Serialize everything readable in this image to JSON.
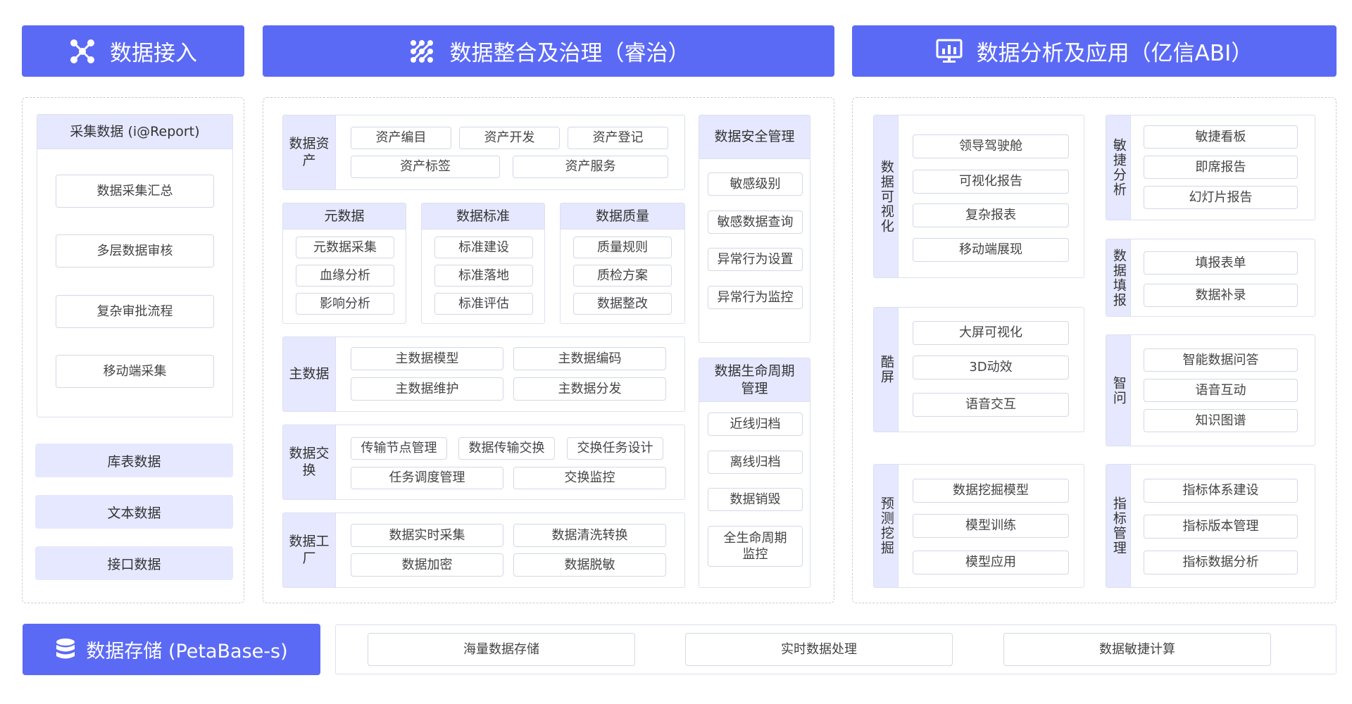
{
  "headers": {
    "ingest": "数据接入",
    "govern": "数据整合及治理（睿治）",
    "analysis": "数据分析及应用（亿信ABI）",
    "storage": "数据存储 (PetaBase-s)"
  },
  "ingest": {
    "collect_title": "采集数据 (i@Report)",
    "collect_items": [
      "数据采集汇总",
      "多层数据审核",
      "复杂审批流程",
      "移动端采集"
    ],
    "bars": [
      "库表数据",
      "文本数据",
      "接口数据"
    ]
  },
  "govern": {
    "asset": {
      "label": "数据资产",
      "items": [
        "资产编目",
        "资产开发",
        "资产登记",
        "资产标签",
        "资产服务"
      ]
    },
    "meta": {
      "label": "元数据",
      "items": [
        "元数据采集",
        "血缘分析",
        "影响分析"
      ]
    },
    "standard": {
      "label": "数据标准",
      "items": [
        "标准建设",
        "标准落地",
        "标准评估"
      ]
    },
    "quality": {
      "label": "数据质量",
      "items": [
        "质量规则",
        "质检方案",
        "数据整改"
      ]
    },
    "master": {
      "label": "主数据",
      "items": [
        "主数据模型",
        "主数据编码",
        "主数据维护",
        "主数据分发"
      ]
    },
    "exchange": {
      "label": "数据交换",
      "items": [
        "传输节点管理",
        "数据传输交换",
        "交换任务设计",
        "任务调度管理",
        "交换监控"
      ]
    },
    "factory": {
      "label": "数据工厂",
      "items": [
        "数据实时采集",
        "数据清洗转换",
        "数据加密",
        "数据脱敏"
      ]
    },
    "security": {
      "label": "数据安全管理",
      "items": [
        "敏感级别",
        "敏感数据查询",
        "异常行为设置",
        "异常行为监控"
      ]
    },
    "lifecycle": {
      "label": "数据生命周期管理",
      "items": [
        "近线归档",
        "离线归档",
        "数据销毁",
        "全生命周期监控"
      ]
    }
  },
  "analysis": {
    "viz": {
      "label": "数据可视化",
      "items": [
        "领导驾驶舱",
        "可视化报告",
        "复杂报表",
        "移动端展现"
      ]
    },
    "screen": {
      "label": "酷屏",
      "items": [
        "大屏可视化",
        "3D动效",
        "语音交互"
      ]
    },
    "mining": {
      "label": "预测挖掘",
      "items": [
        "数据挖掘模型",
        "模型训练",
        "模型应用"
      ]
    },
    "agile": {
      "label": "敏捷分析",
      "items": [
        "敏捷看板",
        "即席报告",
        "幻灯片报告"
      ]
    },
    "fill": {
      "label": "数据填报",
      "items": [
        "填报表单",
        "数据补录"
      ]
    },
    "ask": {
      "label": "智问",
      "items": [
        "智能数据问答",
        "语音互动",
        "知识图谱"
      ]
    },
    "metric": {
      "label": "指标管理",
      "items": [
        "指标体系建设",
        "指标版本管理",
        "指标数据分析"
      ]
    }
  },
  "storage": {
    "items": [
      "海量数据存储",
      "实时数据处理",
      "数据敏捷计算"
    ]
  },
  "colors": {
    "accent": "#5B6AF5",
    "light": "#E5E8FF",
    "border": "#dde0ee"
  }
}
